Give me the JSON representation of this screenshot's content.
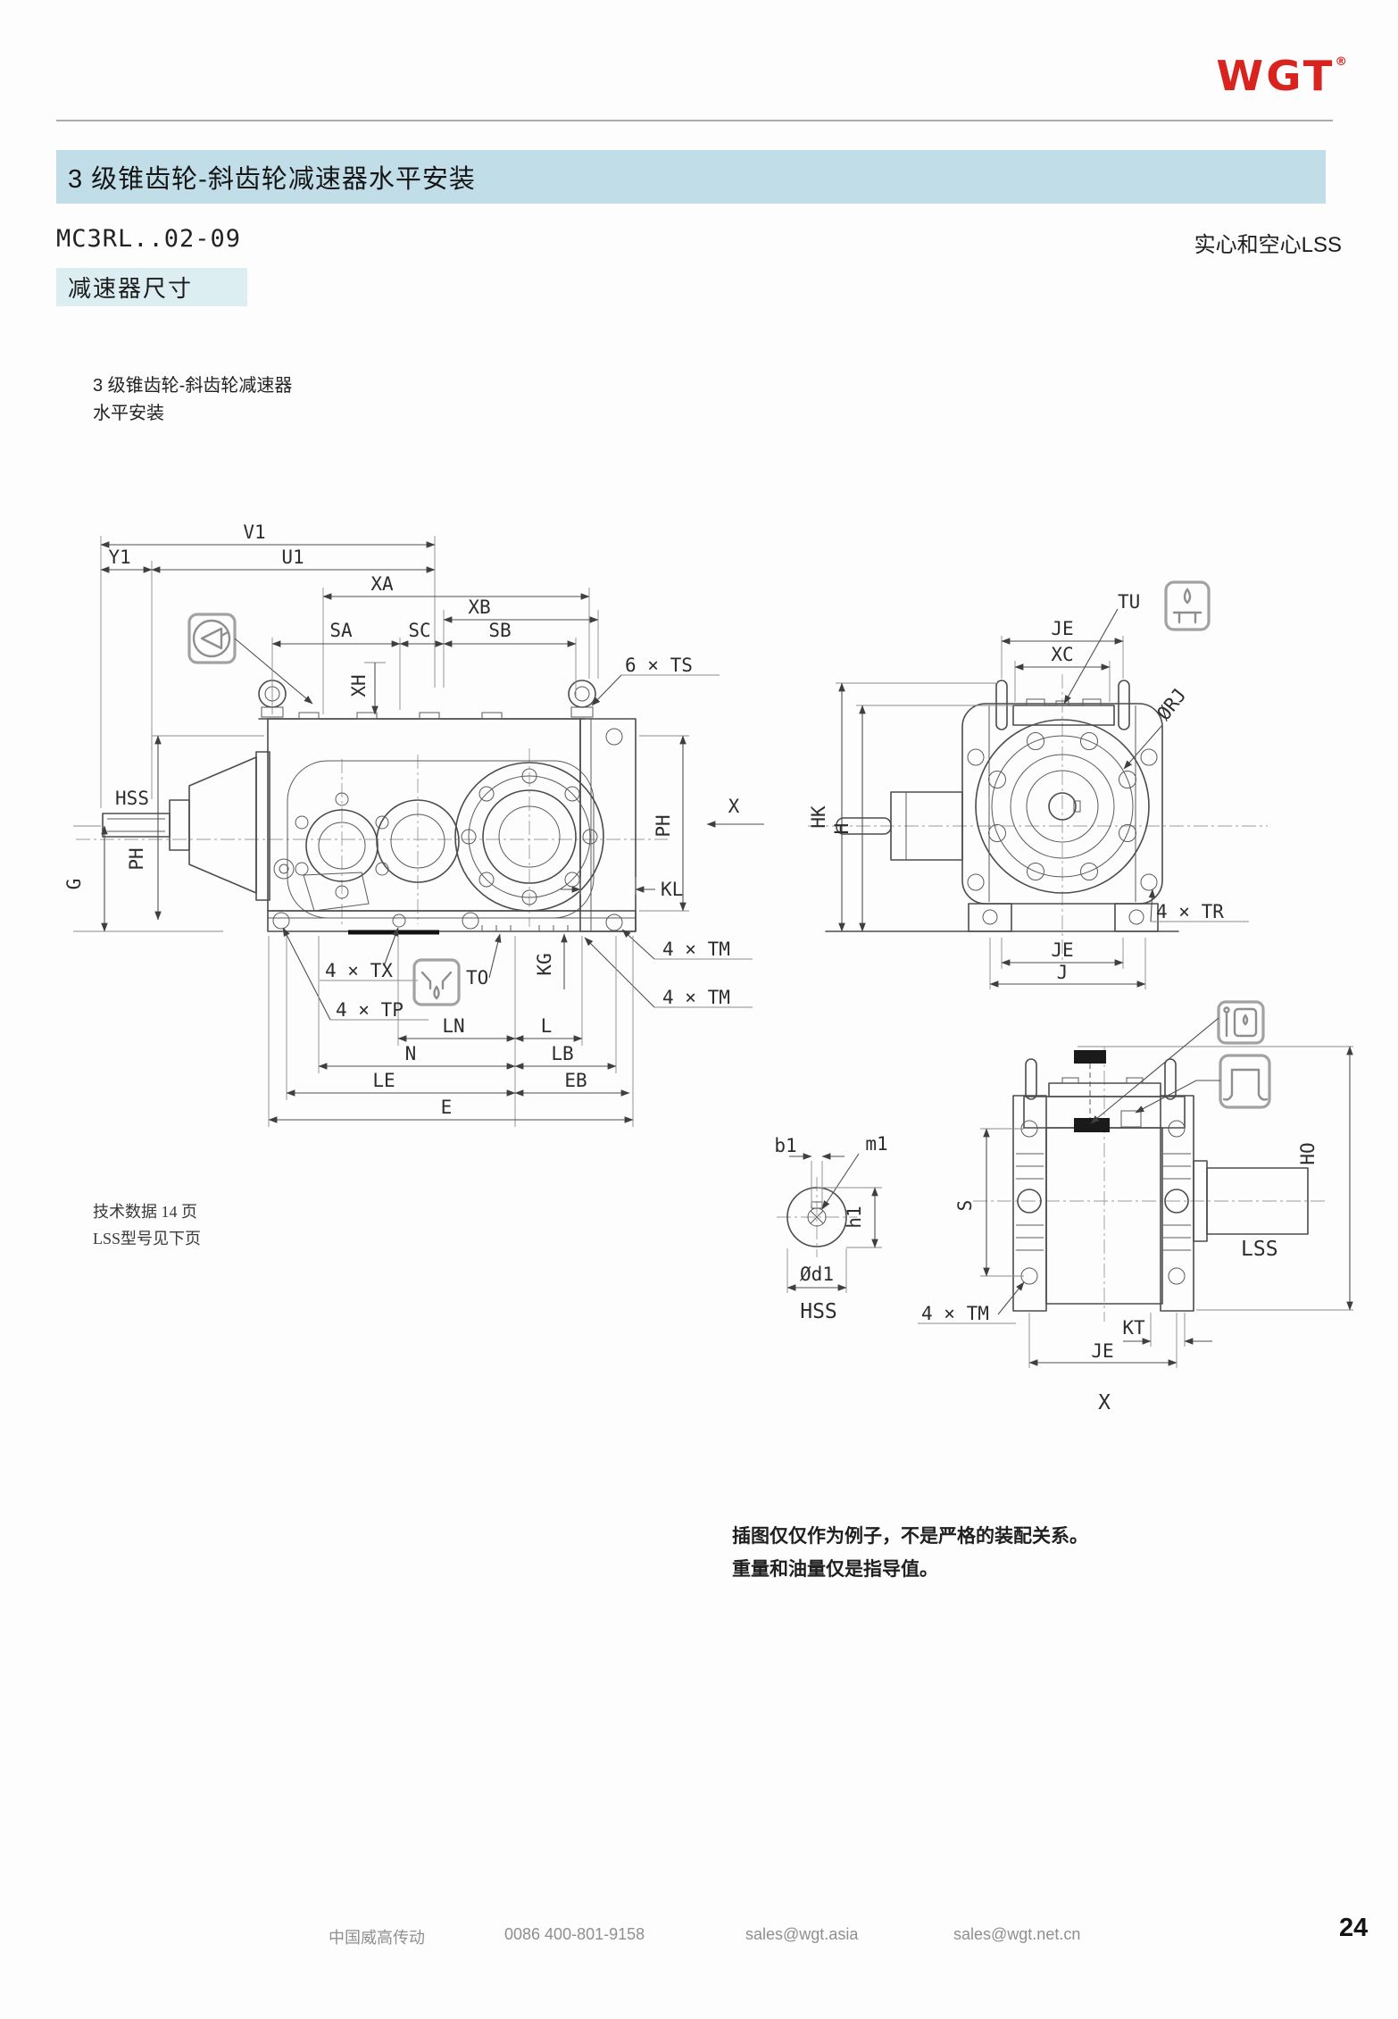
{
  "brand": {
    "logo_text": "WGT",
    "registered_mark": "®"
  },
  "header": {
    "title": "3 级锥齿轮-斜齿轮减速器水平安装",
    "model_code": "MC3RL..02-09",
    "shaft_type_note": "实心和空心LSS",
    "section_label": "减速器尺寸"
  },
  "intro": {
    "caption_line1": "3 级锥齿轮-斜齿轮减速器",
    "caption_line2": "水平安装"
  },
  "notes": {
    "tech_line1": "技术数据 14 页",
    "tech_line2": "LSS型号见下页",
    "disclaimer_line1": "插图仅仅作为例子，不是严格的装配关系。",
    "disclaimer_line2": "重量和油量仅是指导值。"
  },
  "footer": {
    "company": "中国威高传动",
    "phone": "0086 400-801-9158",
    "email_asia": "sales@wgt.asia",
    "email_cn": "sales@wgt.net.cn",
    "page_number": "24"
  },
  "colors": {
    "logo_red": "#d8231e",
    "header_band": "#c0dde8",
    "section_band": "#dceef2",
    "rule_gray": "#ababab"
  },
  "drawing": {
    "side_view": {
      "labels": {
        "v1": "V1",
        "y1": "Y1",
        "u1": "U1",
        "xa": "XA",
        "xb": "XB",
        "sa": "SA",
        "sc": "SC",
        "sb": "SB",
        "xh": "XH",
        "ts": "6 × TS",
        "hss": "HSS",
        "ph_left": "PH",
        "g": "G",
        "ph_right": "PH",
        "kl": "KL",
        "x_view": "X",
        "kg": "KG",
        "tm_a": "4 × TM",
        "tm_b": "4 × TM",
        "tx": "4 × TX",
        "tp": "4 × TP",
        "to": "TO",
        "ln": "LN",
        "l": "L",
        "n": "N",
        "lb": "LB",
        "le": "LE",
        "eb": "EB",
        "e": "E"
      }
    },
    "end_view": {
      "labels": {
        "tu": "TU",
        "je_top": "JE",
        "xc": "XC",
        "rj": "ØRJ",
        "hk": "HK",
        "h": "H",
        "tr": "4 × TR",
        "je_bottom": "JE",
        "j": "J"
      }
    },
    "shaft_section": {
      "labels": {
        "b1": "b1",
        "m1": "m1",
        "h1": "h1",
        "d1": "Ød1",
        "hss": "HSS"
      }
    },
    "top_view": {
      "labels": {
        "s": "S",
        "ho": "HO",
        "lss": "LSS",
        "tm": "4 × TM",
        "kt": "KT",
        "je": "JE",
        "x_view": "X"
      }
    }
  }
}
